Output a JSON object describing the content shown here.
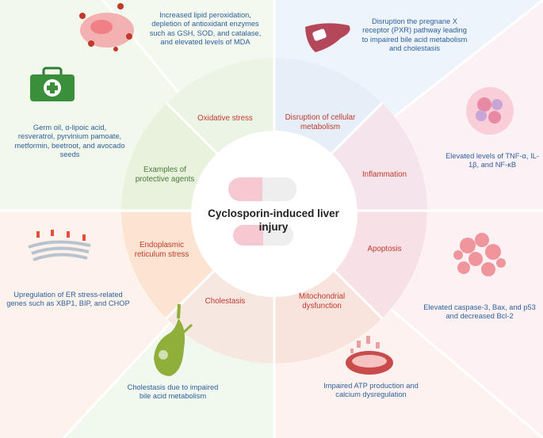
{
  "center": {
    "title": "Cyclosporin-induced liver injury"
  },
  "ring": {
    "oxidative_stress": "Oxidative stress",
    "cellular_metabolism": "Disruption of cellular metabolism",
    "inflammation": "Inflammation",
    "apoptosis": "Apoptosis",
    "mitochondrial": "Mitochondrial dysfunction",
    "cholestasis": "Cholestasis",
    "er_stress": "Endoplasmic reticulum stress",
    "protective": "Examples of protective agents"
  },
  "outer": {
    "oxidative_stress": "Increased lipid peroxidation, depletion of antioxidant enzymes such as GSH, SOD, and catalase, and elevated levels of MDA",
    "cellular_metabolism": "Disruption the pregnane X receptor (PXR) pathway leading to impaired bile acid metabolism and cholestasis",
    "inflammation": "Elevated levels of TNF-α, IL-1β, and NF-κB",
    "apoptosis": "Elevated caspase-3, Bax, and p53 and decreased Bcl-2",
    "mitochondrial": "Impaired ATP production and calcium dysregulation",
    "cholestasis": "Cholestasis due to impaired bile acid metabolism",
    "er_stress": "Upregulation of ER stress-related genes such as XBP1, BIP, and CHOP",
    "protective": "Germ oil, α-lipoic acid, resveratrol, pyrvinium pamoate, metformin, beetroot, and avocado seeds"
  },
  "colors": {
    "sector_oxidative": "#f3f9ef",
    "sector_metabolism": "#eef4fb",
    "sector_inflammation": "#fcf1f5",
    "sector_apoptosis": "#fdf1f3",
    "sector_mitochondrial": "#fdf2f0",
    "sector_cholestasis": "#f1f8ee",
    "sector_er": "#fdf3ec",
    "sector_protective": "#f3f8ec",
    "ring_text": "#c0392b",
    "outer_text": "#2b5f9c",
    "protective_text": "#4a7a3a"
  },
  "icons": [
    "cell-stress-icon",
    "liver-icon",
    "inflammation-cells-icon",
    "apoptotic-cells-icon",
    "mitochondria-icon",
    "gallbladder-icon",
    "endoplasmic-reticulum-icon",
    "first-aid-kit-icon",
    "capsule-icon"
  ]
}
